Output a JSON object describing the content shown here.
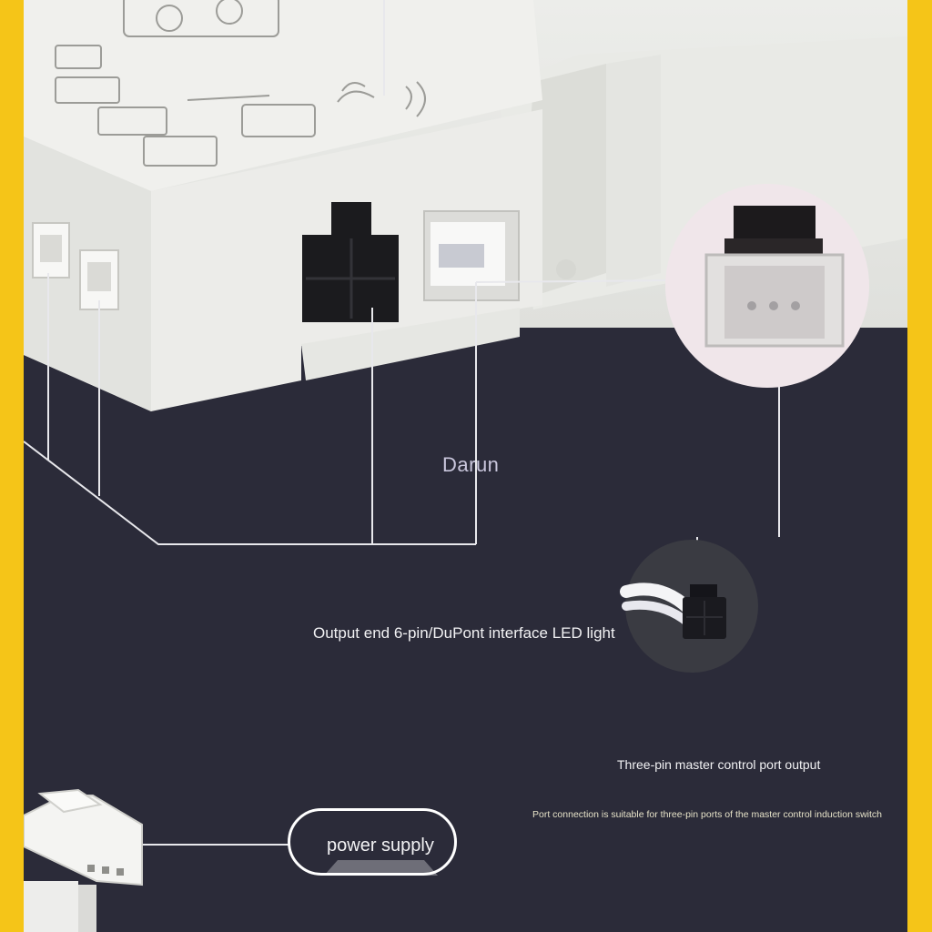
{
  "labels": {
    "brand": "Darun",
    "output_end": "Output end 6-pin/DuPont interface LED light",
    "three_pin": "Three-pin master control port output",
    "port_note": "Port connection is suitable for three-pin ports of the master control induction switch",
    "power_supply": "power supply"
  },
  "colors": {
    "frame": "#F5C518",
    "background_dark": "#2B2B39",
    "device_body": "#EDEDEA",
    "connector_black": "#1B1B1E",
    "leader_line": "#E8E8EC"
  }
}
